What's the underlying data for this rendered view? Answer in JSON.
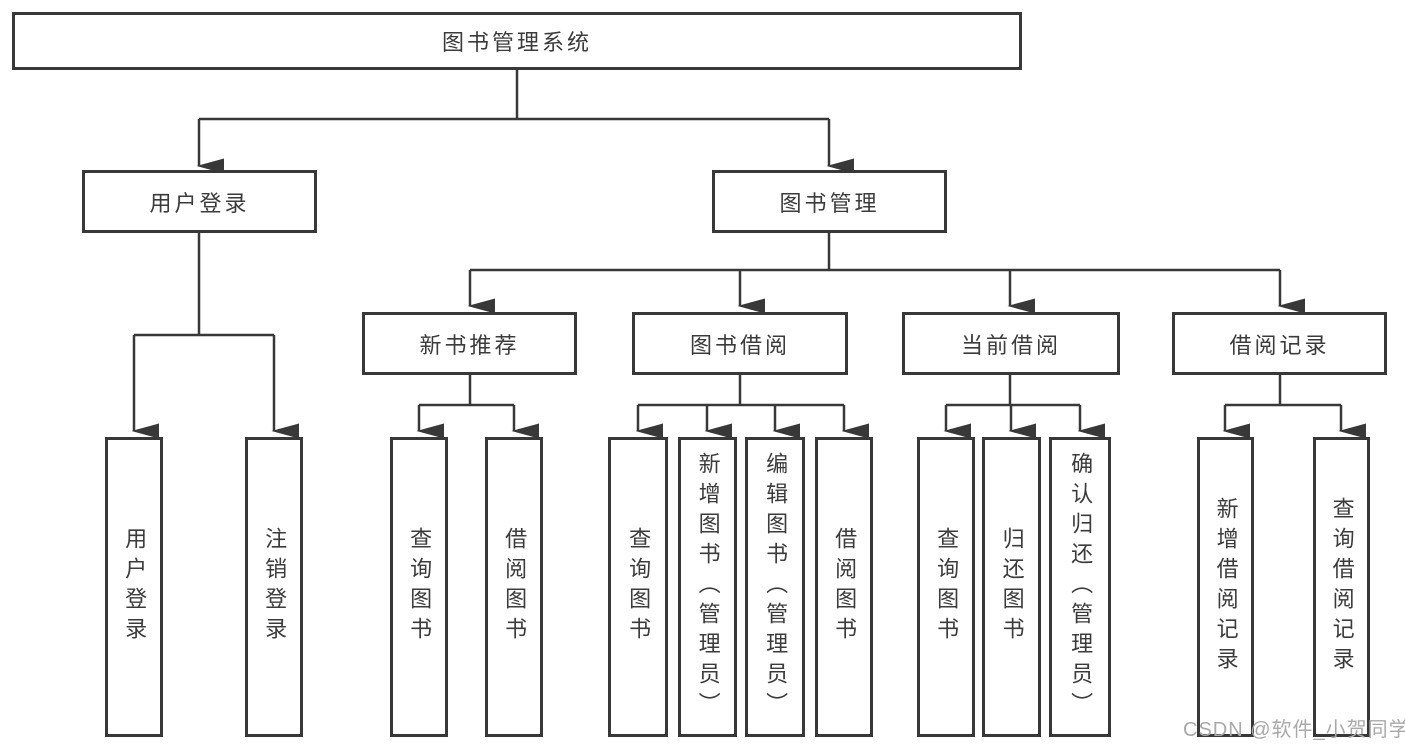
{
  "diagram": {
    "title": "图书管理系统",
    "colors": {
      "line": "#383838",
      "text": "#3b3b3b",
      "background": "#ffffff",
      "watermark": "#a9a9a9"
    },
    "watermark": {
      "text": "CSDN @软件_小贺同学"
    },
    "nodes": {
      "root": {
        "label": "图书管理系统"
      },
      "user_login": {
        "label": "用户登录"
      },
      "book_mgmt": {
        "label": "图书管理"
      },
      "new_book_rec": {
        "label": "新书推荐"
      },
      "book_borrow": {
        "label": "图书借阅"
      },
      "current_borrow": {
        "label": "当前借阅"
      },
      "borrow_records": {
        "label": "借阅记录"
      },
      "leaf_user_login": {
        "label": "用户登录"
      },
      "leaf_logout": {
        "label": "注销登录"
      },
      "leaf_query_books_rec": {
        "label": "查询图书"
      },
      "leaf_borrow_books_rec": {
        "label": "借阅图书"
      },
      "leaf_query_books_bor": {
        "label": "查询图书"
      },
      "leaf_add_books": {
        "label": "新增图书（管理员）"
      },
      "leaf_edit_books": {
        "label": "编辑图书（管理员）"
      },
      "leaf_borrow_books_bor": {
        "label": "借阅图书"
      },
      "leaf_query_books_cur": {
        "label": "查询图书"
      },
      "leaf_return_books": {
        "label": "归还图书"
      },
      "leaf_confirm_return": {
        "label": "确认归还（管理员）"
      },
      "leaf_add_record": {
        "label": "新增借阅记录"
      },
      "leaf_query_record": {
        "label": "查询借阅记录"
      }
    },
    "edges": [
      {
        "from": "图书管理系统",
        "to": "用户登录"
      },
      {
        "from": "图书管理系统",
        "to": "图书管理"
      },
      {
        "from": "用户登录",
        "to": "用户登录"
      },
      {
        "from": "用户登录",
        "to": "注销登录"
      },
      {
        "from": "图书管理",
        "to": "新书推荐"
      },
      {
        "from": "图书管理",
        "to": "图书借阅"
      },
      {
        "from": "图书管理",
        "to": "当前借阅"
      },
      {
        "from": "图书管理",
        "to": "借阅记录"
      },
      {
        "from": "新书推荐",
        "to": "查询图书"
      },
      {
        "from": "新书推荐",
        "to": "借阅图书"
      },
      {
        "from": "图书借阅",
        "to": "查询图书"
      },
      {
        "from": "图书借阅",
        "to": "新增图书（管理员）"
      },
      {
        "from": "图书借阅",
        "to": "编辑图书（管理员）"
      },
      {
        "from": "图书借阅",
        "to": "借阅图书"
      },
      {
        "from": "当前借阅",
        "to": "查询图书"
      },
      {
        "from": "当前借阅",
        "to": "归还图书"
      },
      {
        "from": "当前借阅",
        "to": "确认归还（管理员）"
      },
      {
        "from": "借阅记录",
        "to": "新增借阅记录"
      },
      {
        "from": "借阅记录",
        "to": "查询借阅记录"
      }
    ]
  }
}
